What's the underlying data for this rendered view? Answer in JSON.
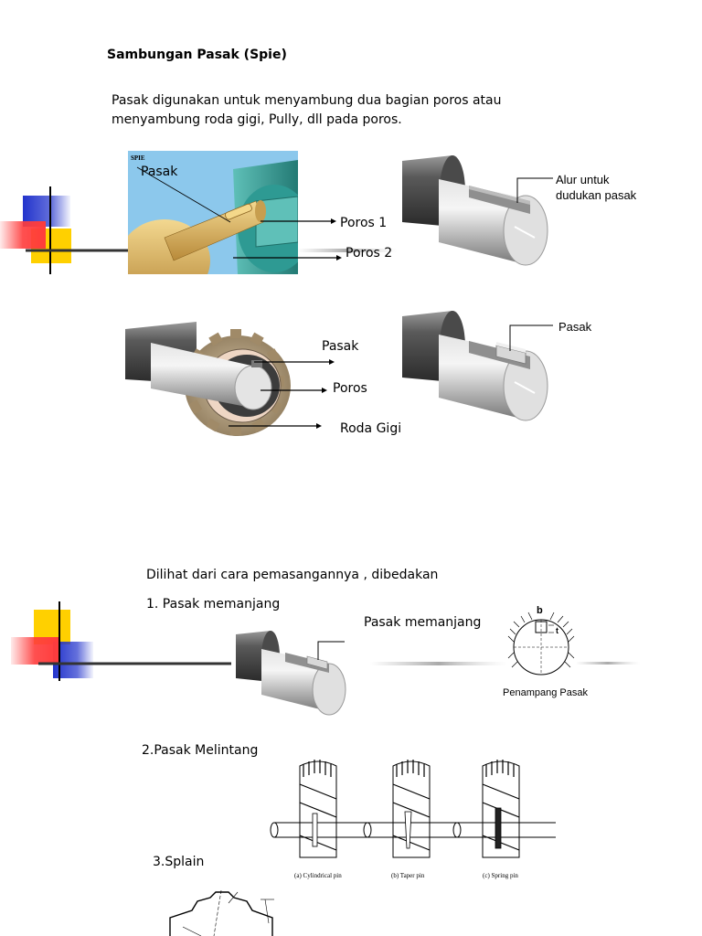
{
  "page": {
    "title": "Sambungan Pasak (Spie)",
    "intro_line1": "Pasak digunakan untuk menyambung dua bagian poros atau",
    "intro_line2": "menyambung roda gigi, Pully, dll pada poros."
  },
  "figure1": {
    "spie_tag": "SPIE",
    "pasak": "Pasak",
    "poros1": "Poros 1",
    "poros2": "Poros 2"
  },
  "figure2": {
    "label_line1": "Alur untuk",
    "label_line2": "dudukan pasak"
  },
  "figure3": {
    "pasak": "Pasak",
    "poros": "Poros",
    "roda_gigi": "Roda Gigi"
  },
  "figure4": {
    "pasak": "Pasak"
  },
  "section2": {
    "heading": "Dilihat dari cara pemasangannya , dibedakan",
    "item1": "1. Pasak memanjang",
    "item1_caption": "Pasak memanjang",
    "section_b": "b",
    "section_t": "t",
    "section_caption": "Penampang Pasak",
    "item2": "2.Pasak Melintang",
    "pin_captions": [
      "(a) Cylindrical pin",
      "(b) Taper pin",
      "(c) Spring pin"
    ],
    "item3": "3.Splain"
  },
  "colors": {
    "deco_red": "#ff3c3c",
    "deco_yellow": "#ffd000",
    "deco_blue": "#2233cc",
    "teal": "#2e9a93",
    "sky": "#8cc8ec",
    "brass": "#d8b060"
  }
}
